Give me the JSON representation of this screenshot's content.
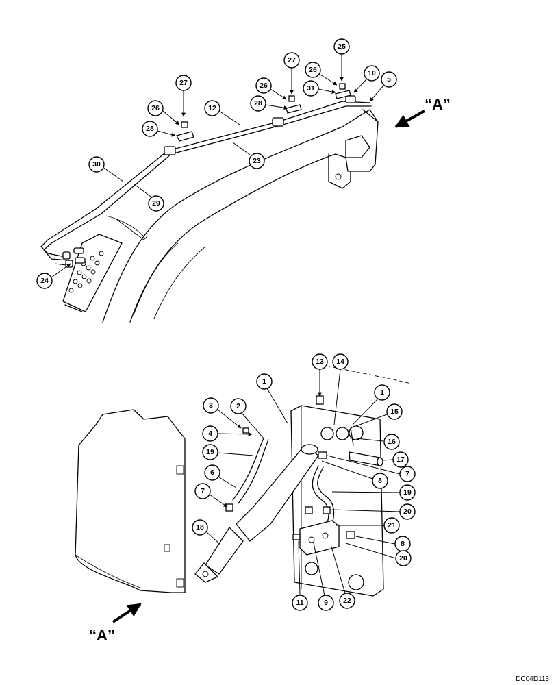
{
  "view_label": "“A”",
  "drawing_code": "DC04D113",
  "callouts_upper": [
    "27",
    "26",
    "28",
    "12",
    "30",
    "29",
    "23",
    "24",
    "26",
    "27",
    "28",
    "31",
    "25",
    "26",
    "10",
    "5"
  ],
  "callouts_lower": [
    "1",
    "13",
    "14",
    "1",
    "15",
    "3",
    "2",
    "4",
    "19",
    "16",
    "17",
    "6",
    "8",
    "7",
    "19",
    "20",
    "7",
    "21",
    "18",
    "8",
    "20",
    "11",
    "9",
    "22"
  ]
}
